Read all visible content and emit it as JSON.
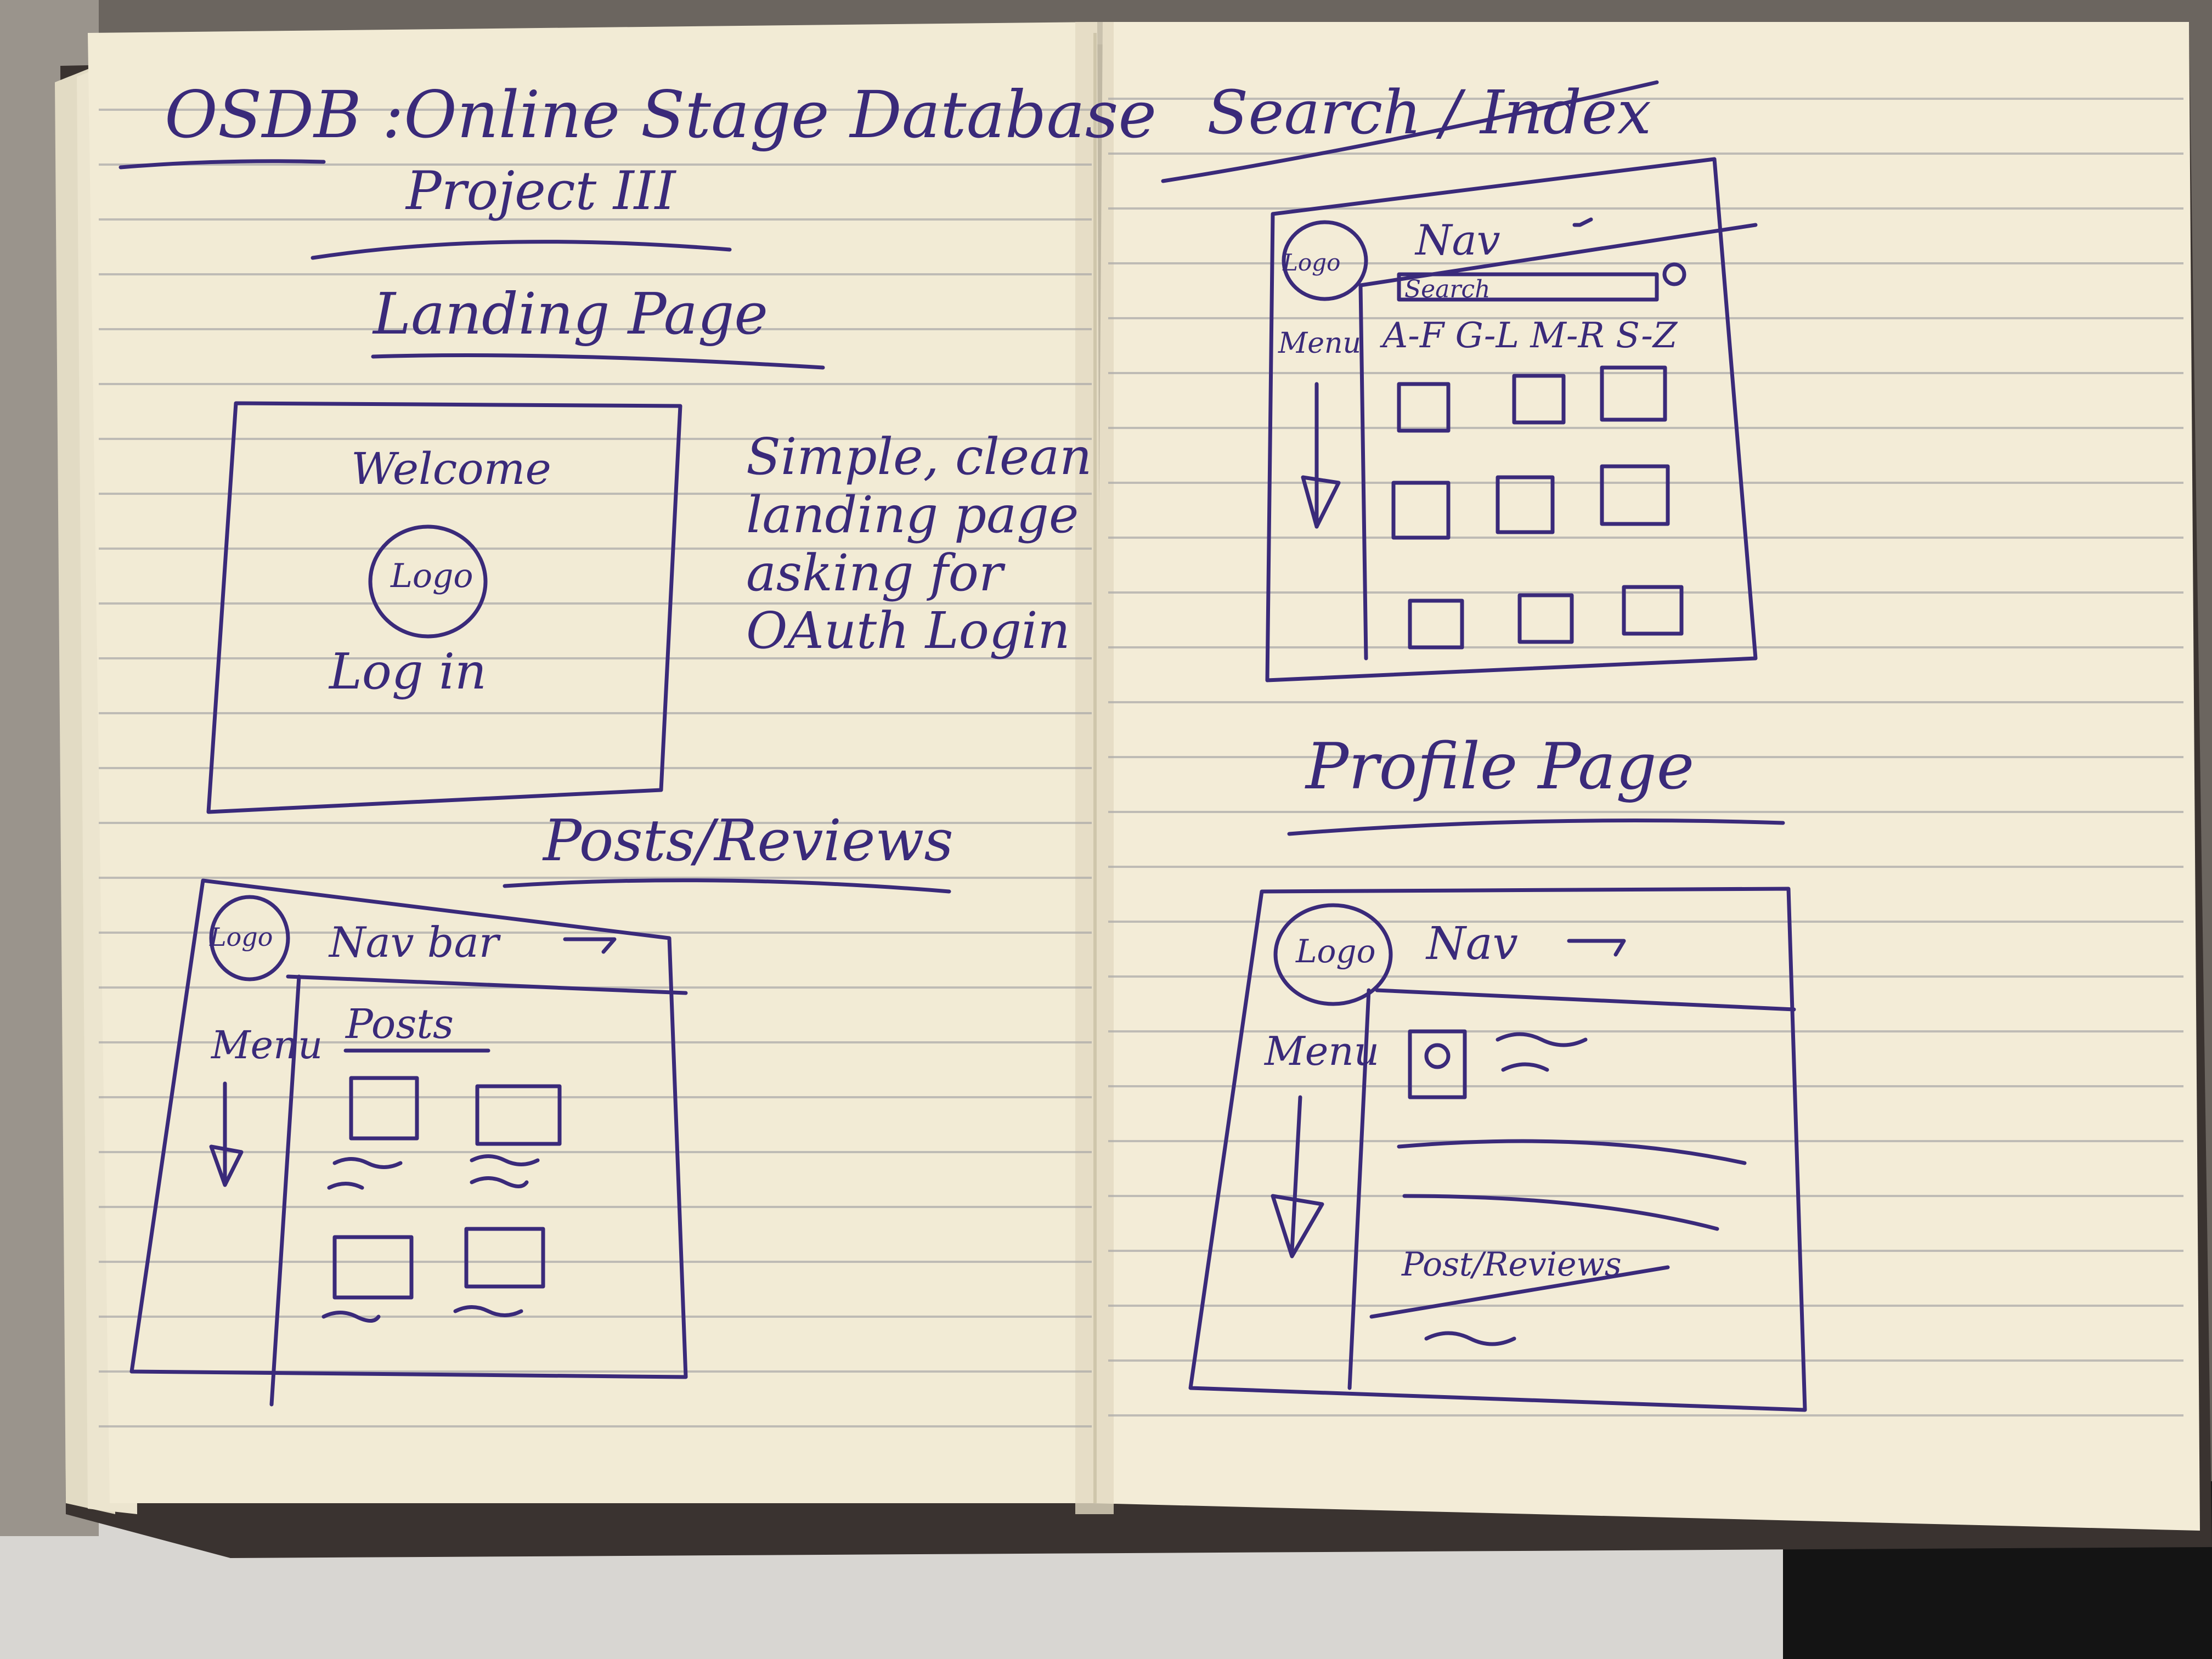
{
  "ink_color": "#3a2a7a",
  "paper_color": "#f1ead3",
  "left_page": {
    "title": "OSDB :Online Stage Database",
    "subtitle": "Project III",
    "landing": {
      "heading": "Landing Page",
      "welcome": "Welcome",
      "logo": "Logo",
      "login": "Log in",
      "note": "Simple, clean\nlanding page\nasking for\nOAuth Login"
    },
    "posts_reviews": {
      "heading": "Posts/Reviews",
      "logo": "Logo",
      "navbar": "Nav bar",
      "menu": "Menu",
      "posts": "Posts"
    }
  },
  "right_page": {
    "search_index": {
      "heading": "Search / Index",
      "logo": "Logo",
      "nav": "Nav",
      "search": "Search",
      "menu": "Menu",
      "alphabet": "A-F G-L M-R S-Z"
    },
    "profile": {
      "heading": "Profile Page",
      "logo": "Logo",
      "nav": "Nav",
      "menu": "Menu",
      "post_reviews": "Post/Reviews"
    }
  }
}
